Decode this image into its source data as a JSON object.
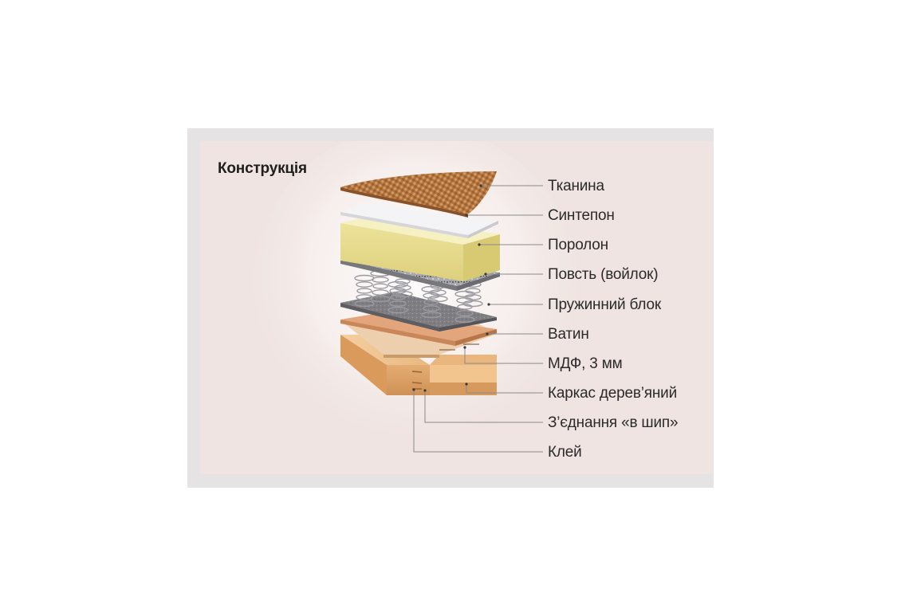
{
  "title": "Конструкція",
  "layers": [
    {
      "label": "Тканина"
    },
    {
      "label": "Синтепон"
    },
    {
      "label": "Поролон"
    },
    {
      "label": "Повсть (войлок)"
    },
    {
      "label": "Пружинний блок"
    },
    {
      "label": "Ватин"
    },
    {
      "label": "МДФ, 3 мм"
    },
    {
      "label": "Каркас дерев’яний"
    },
    {
      "label": "З’єднання «в шип»"
    },
    {
      "label": "Клей"
    }
  ],
  "colors": {
    "panel": "#efe4e1",
    "frame": "#e5e3e4",
    "fabric": "#b97a45",
    "foam": "#f1ebb0",
    "felt": "#7d7d82",
    "wadding": "#e0a57c",
    "wood": "#f0c796"
  }
}
